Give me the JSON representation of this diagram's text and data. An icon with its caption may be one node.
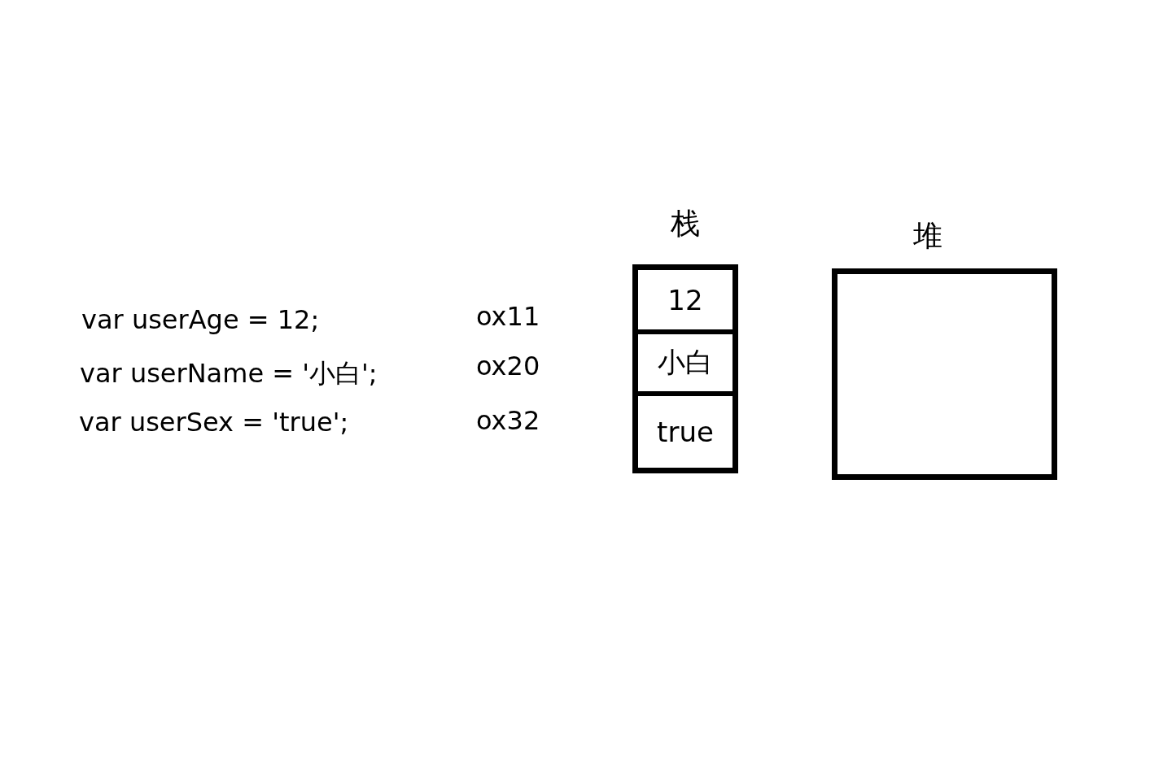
{
  "diagram": {
    "nodes": [
      {
        "text": [
          "栈"
        ]
      },
      {
        "text": [
          "12"
        ],
        "in": 0
      },
      {
        "text": [
          "小白"
        ],
        "in": 0
      },
      {
        "text": [
          "true"
        ],
        "in": 0
      },
      {
        "text": [
          "堆"
        ]
      }
    ],
    "labels": [
      "var userAge = 12;",
      "ox11",
      "var userName = '小白';",
      "ox20",
      "var userSex = 'true';",
      "ox32"
    ]
  }
}
